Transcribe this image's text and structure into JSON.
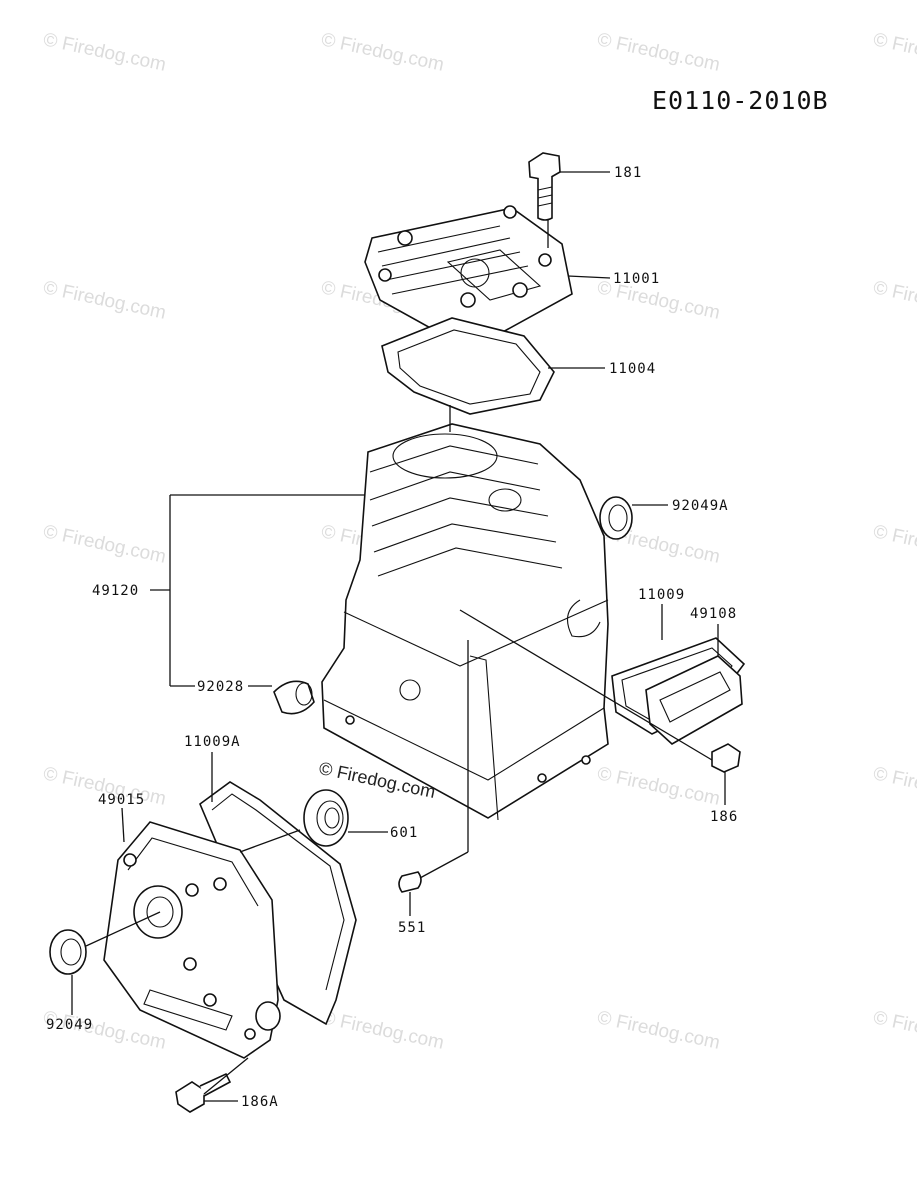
{
  "diagram_code": "E0110-2010B",
  "watermark": "© Firedog.com",
  "labels": {
    "p181": "181",
    "p11001": "11001",
    "p11004": "11004",
    "p92049A": "92049A",
    "p49120": "49120",
    "p11009": "11009",
    "p49108": "49108",
    "p92028": "92028",
    "p11009A": "11009A",
    "p49015": "49015",
    "p601": "601",
    "p186": "186",
    "p551": "551",
    "p92049": "92049",
    "p186A": "186A"
  }
}
